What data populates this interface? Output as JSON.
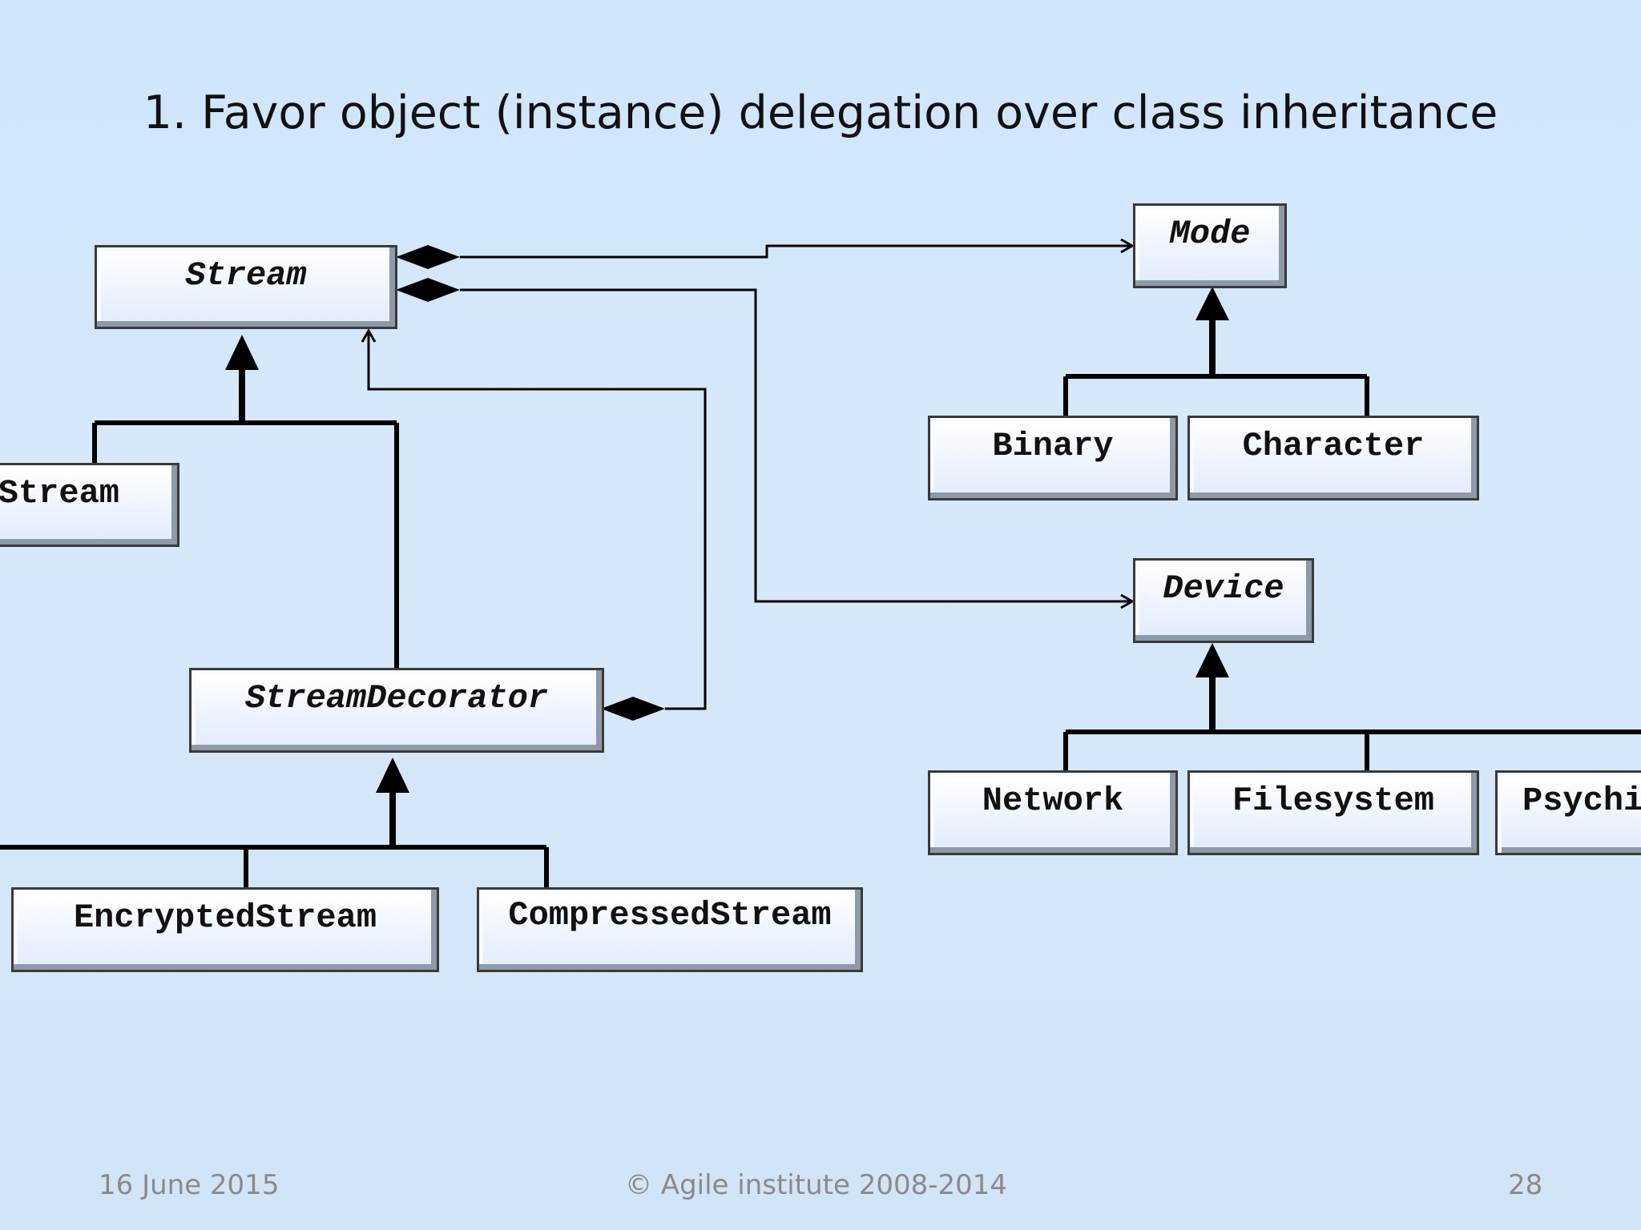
{
  "slide": {
    "title": "1. Favor object (instance) delegation over class inheritance"
  },
  "classes": {
    "stream": "Stream",
    "stream_left": "Stream",
    "stream_decorator": "StreamDecorator",
    "encrypted_stream": "EncryptedStream",
    "compressed_stream": "CompressedStream",
    "mode": "Mode",
    "binary": "Binary",
    "character": "Character",
    "device": "Device",
    "network": "Network",
    "filesystem": "Filesystem",
    "psychic": "Psychic"
  },
  "footer": {
    "date": "16 June 2015",
    "copyright": "© Agile institute 2008-2014",
    "page_number": "28"
  }
}
